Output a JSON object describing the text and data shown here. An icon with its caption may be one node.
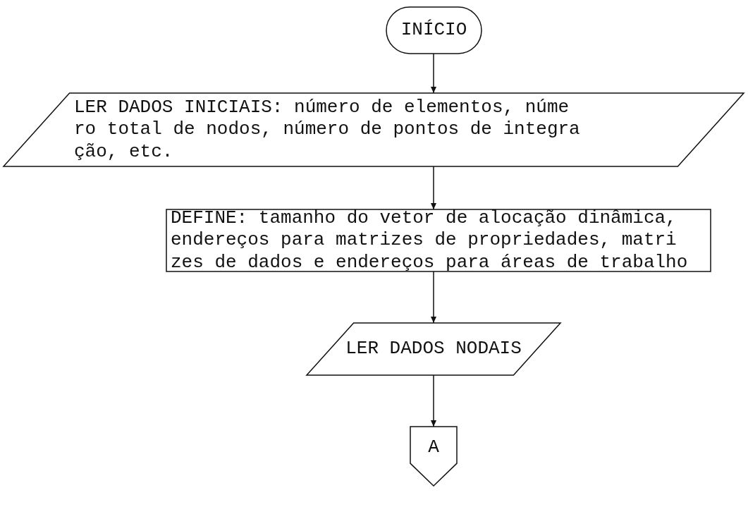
{
  "diagram": {
    "nodes": [
      {
        "text": [
          "INÍCIO"
        ]
      },
      {
        "text": [
          "LER DADOS INICIAIS: número de elementos, núme ro total de nodos, número de pontos de integra ção, etc."
        ]
      },
      {
        "text": [
          "DEFINE: tamanho do vetor de alocação dinâmica, endereços para matrizes de propriedades, matri zes de dados e endereços para áreas de trabalho"
        ]
      },
      {
        "text": [
          "LER DADOS NODAIS"
        ]
      },
      {
        "text": [
          "A"
        ]
      }
    ],
    "edges": [
      {
        "from": 0,
        "to": 1,
        "arrow": "to"
      },
      {
        "from": 1,
        "to": 2,
        "arrow": "to"
      },
      {
        "from": 2,
        "to": 3,
        "arrow": "to"
      },
      {
        "from": 3,
        "to": 4,
        "arrow": "to"
      }
    ]
  }
}
